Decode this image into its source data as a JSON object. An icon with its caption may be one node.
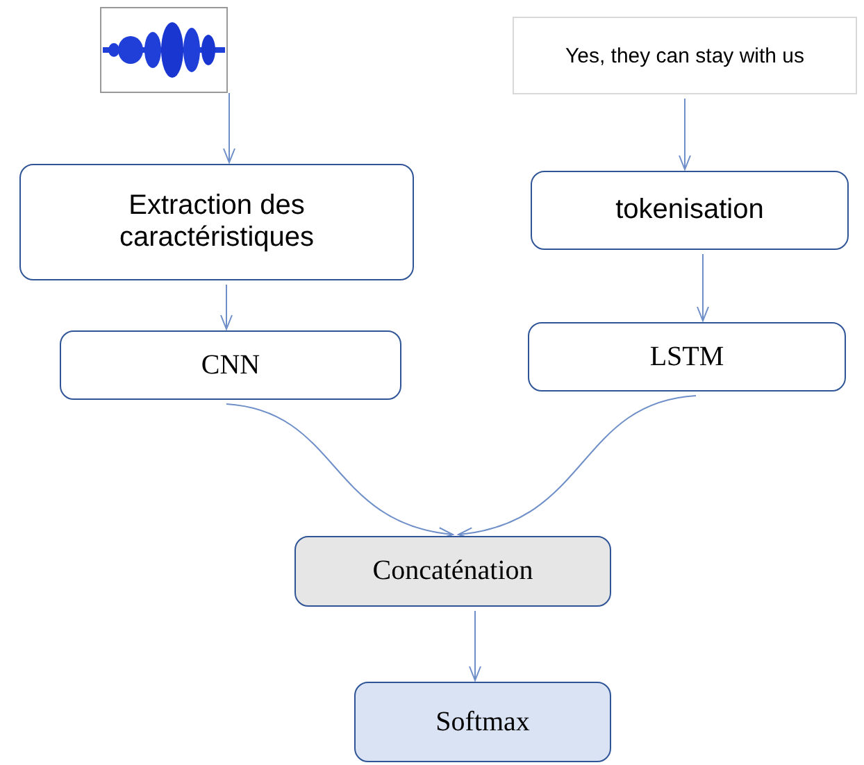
{
  "diagram": {
    "nodes": [
      {
        "text": [],
        "shape": "picture"
      },
      {
        "text": [
          "Yes, they can stay with us"
        ]
      },
      {
        "text": [
          "Extraction des caractéristiques"
        ]
      },
      {
        "text": [
          "tokenisation"
        ]
      },
      {
        "text": [
          "CNN"
        ]
      },
      {
        "text": [
          "LSTM"
        ]
      },
      {
        "text": [
          "Concaténation"
        ]
      },
      {
        "text": [
          "Softmax"
        ]
      }
    ],
    "edges": [
      {
        "from": 0,
        "to": 2,
        "arrow": "to"
      },
      {
        "from": 2,
        "to": 4,
        "arrow": "to"
      },
      {
        "from": 1,
        "to": 3,
        "arrow": "to"
      },
      {
        "from": 3,
        "to": 5,
        "arrow": "to"
      },
      {
        "from": 4,
        "to": 6,
        "arrow": "to"
      },
      {
        "from": 5,
        "to": 6,
        "arrow": "to"
      },
      {
        "from": 6,
        "to": 7,
        "arrow": "to"
      }
    ]
  }
}
